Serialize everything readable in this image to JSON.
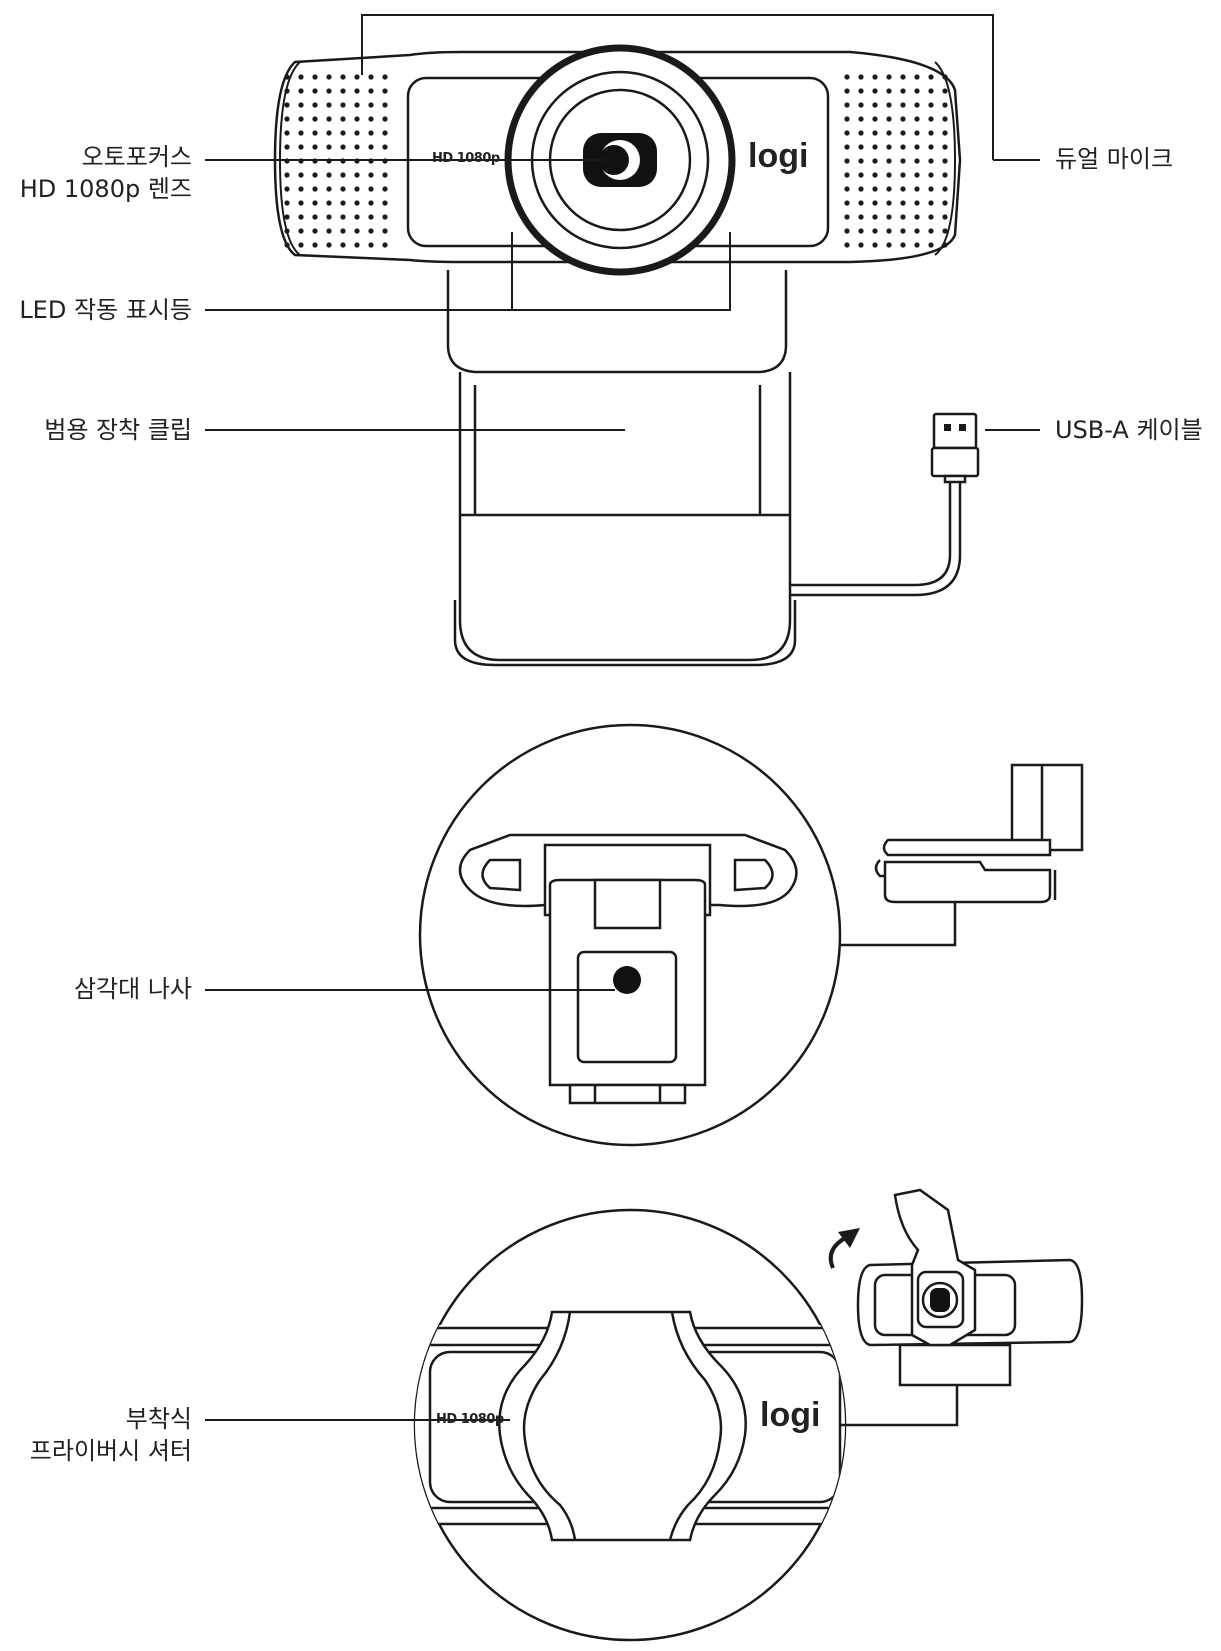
{
  "callouts": {
    "lens_line1": "오토포커스",
    "lens_line2": "HD 1080p 렌즈",
    "led": "LED 작동 표시등",
    "clip": "범용 장착 클립",
    "mic": "듀얼 마이크",
    "usb": "USB-A 케이블",
    "tripod": "삼각대 나사",
    "shutter_line1": "부착식",
    "shutter_line2": "프라이버시 셔터"
  },
  "device_markings": {
    "resolution_badge": "HD 1080p",
    "brand_logo": "logi"
  },
  "colors": {
    "line": "#1a1a1a",
    "background": "#ffffff",
    "fill_dark": "#111111"
  }
}
